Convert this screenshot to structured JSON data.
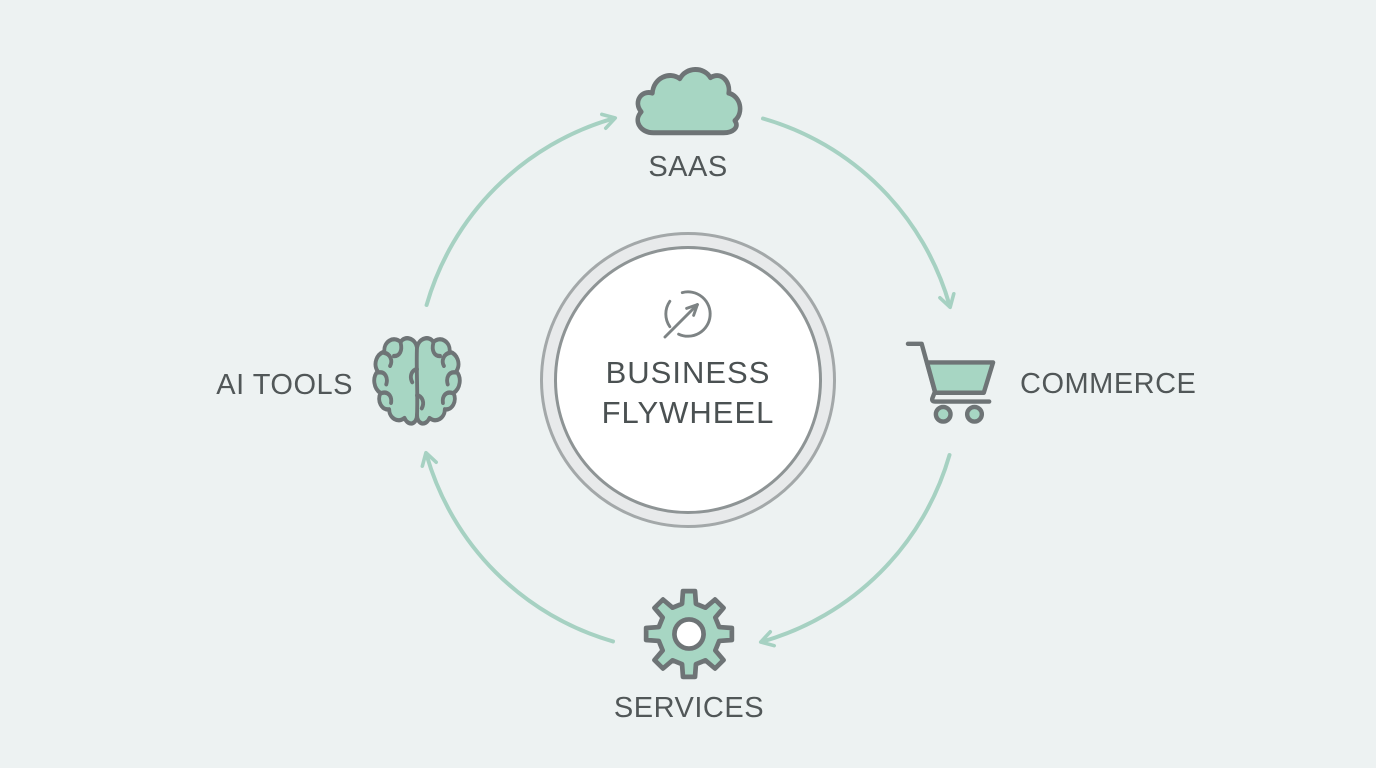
{
  "diagram": {
    "name": "business-flywheel",
    "direction": "clockwise",
    "sequence": [
      "AI TOOLS",
      "SAAS",
      "COMMERCE",
      "SERVICES"
    ]
  },
  "center": {
    "line1": "BUSINESS",
    "line2": "FLYWHEEL",
    "icon": "growth-arrow-circle"
  },
  "nodes": {
    "top": {
      "label": "SAAS",
      "icon": "cloud"
    },
    "right": {
      "label": "COMMERCE",
      "icon": "shopping-cart"
    },
    "bottom": {
      "label": "SERVICES",
      "icon": "gear"
    },
    "left": {
      "label": "AI TOOLS",
      "icon": "brain"
    }
  },
  "colors": {
    "background": "#edf2f2",
    "mint_fill": "#a7d6c3",
    "arrow_mint": "#a6d1c2",
    "outline_gray": "#6e7476",
    "label_text": "#515758",
    "center_text": "#4b5152",
    "ring_outer": "#a3a8a9",
    "ring_inner": "#8e9495",
    "ring_band": "#e8eaeb",
    "center_fill": "#ffffff"
  }
}
